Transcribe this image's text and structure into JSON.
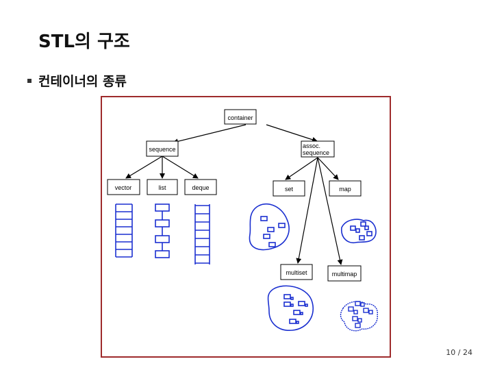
{
  "slide": {
    "title": "STL의 구조",
    "bullet": "컨테이너의 종류",
    "page_current": "10",
    "page_separator": "/",
    "page_total": "24"
  },
  "diagram": {
    "nodes": {
      "container": "container",
      "sequence": "sequence",
      "assoc_line1": "assoc.",
      "assoc_line2": "sequence",
      "vector": "vector",
      "list": "list",
      "deque": "deque",
      "set": "set",
      "map": "map",
      "multiset": "multiset",
      "multimap": "multimap"
    },
    "colors": {
      "frame": "#9e2a2b",
      "structure": "#1a2fd0",
      "lines": "#000000"
    }
  }
}
